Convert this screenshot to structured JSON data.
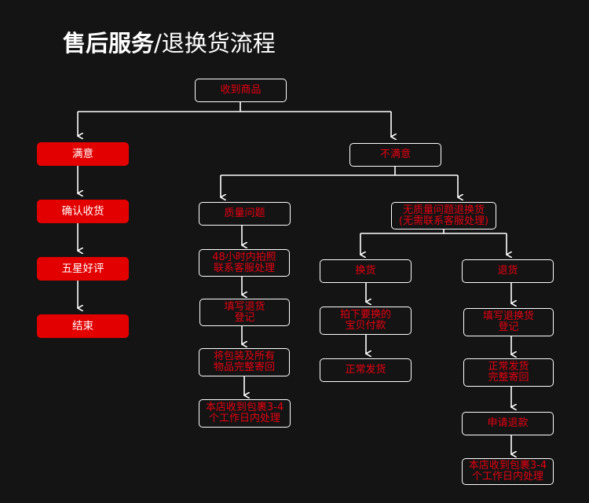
{
  "title": {
    "bold": "售后服务",
    "slash": "/",
    "light": "退换货流程"
  },
  "nodes": {
    "received": "收到商品",
    "satisfied": "满意",
    "confirm": "确认收货",
    "five_star": "五星好评",
    "end": "结束",
    "unsatisfied": "不满意",
    "quality": "质量问题",
    "no_quality": "无质量问题退换货\n(无需联系客服处理)",
    "photo": "48小时内拍照\n联系客服处理",
    "fill_q": "填写退货\n登记",
    "pack_q": "将包装及所有\n物品完整寄回",
    "store_q": "本店收到包裹3-4\n个工作日内处理",
    "exchange": "换货",
    "order_swap": "拍下要换的\n宝贝付款",
    "ship_normal": "正常发货",
    "return": "退货",
    "fill_r": "填写退换货\n登记",
    "ship_complete": "正常发货\n完整寄回",
    "refund": "申请退款",
    "store_r": "本店收到包裹3-4\n个工作日内处理"
  }
}
